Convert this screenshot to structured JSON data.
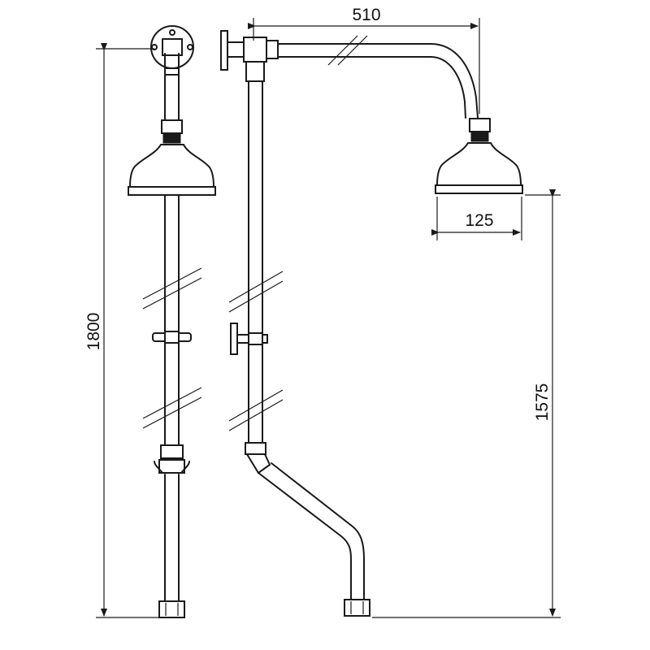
{
  "dimensions": {
    "arm_length": "510",
    "head_diameter": "125",
    "overall_height": "1800",
    "head_height": "1575"
  }
}
